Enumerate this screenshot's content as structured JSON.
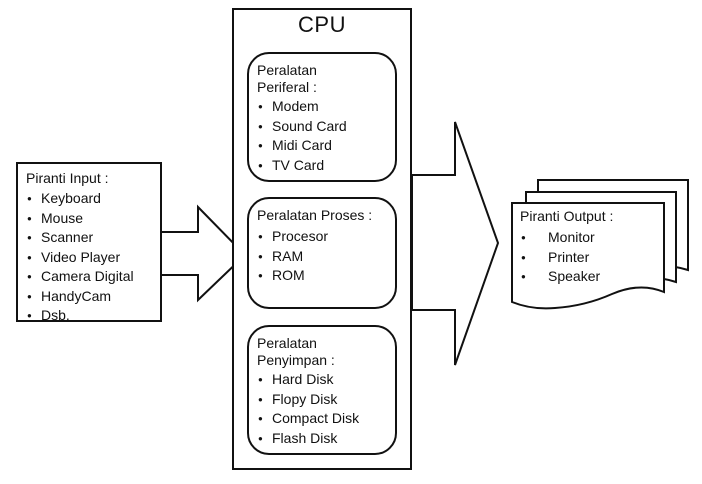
{
  "cpu": {
    "title": "CPU",
    "peripheral": {
      "title_line1": "Peralatan",
      "title_line2": "Periferal :",
      "items": [
        "Modem",
        "Sound Card",
        "Midi Card",
        "TV Card"
      ]
    },
    "process": {
      "title": "Peralatan Proses :",
      "items": [
        "Procesor",
        "RAM",
        "ROM"
      ]
    },
    "storage": {
      "title_line1": "Peralatan",
      "title_line2": "Penyimpan :",
      "items": [
        "Hard Disk",
        "Flopy Disk",
        "Compact Disk",
        "Flash Disk"
      ]
    }
  },
  "input": {
    "title": "Piranti Input :",
    "items": [
      "Keyboard",
      "Mouse",
      "Scanner",
      "Video Player",
      "Camera Digital",
      "HandyCam",
      "Dsb."
    ]
  },
  "output": {
    "title": "Piranti Output :",
    "items": [
      "Monitor",
      "Printer",
      "Speaker"
    ]
  }
}
